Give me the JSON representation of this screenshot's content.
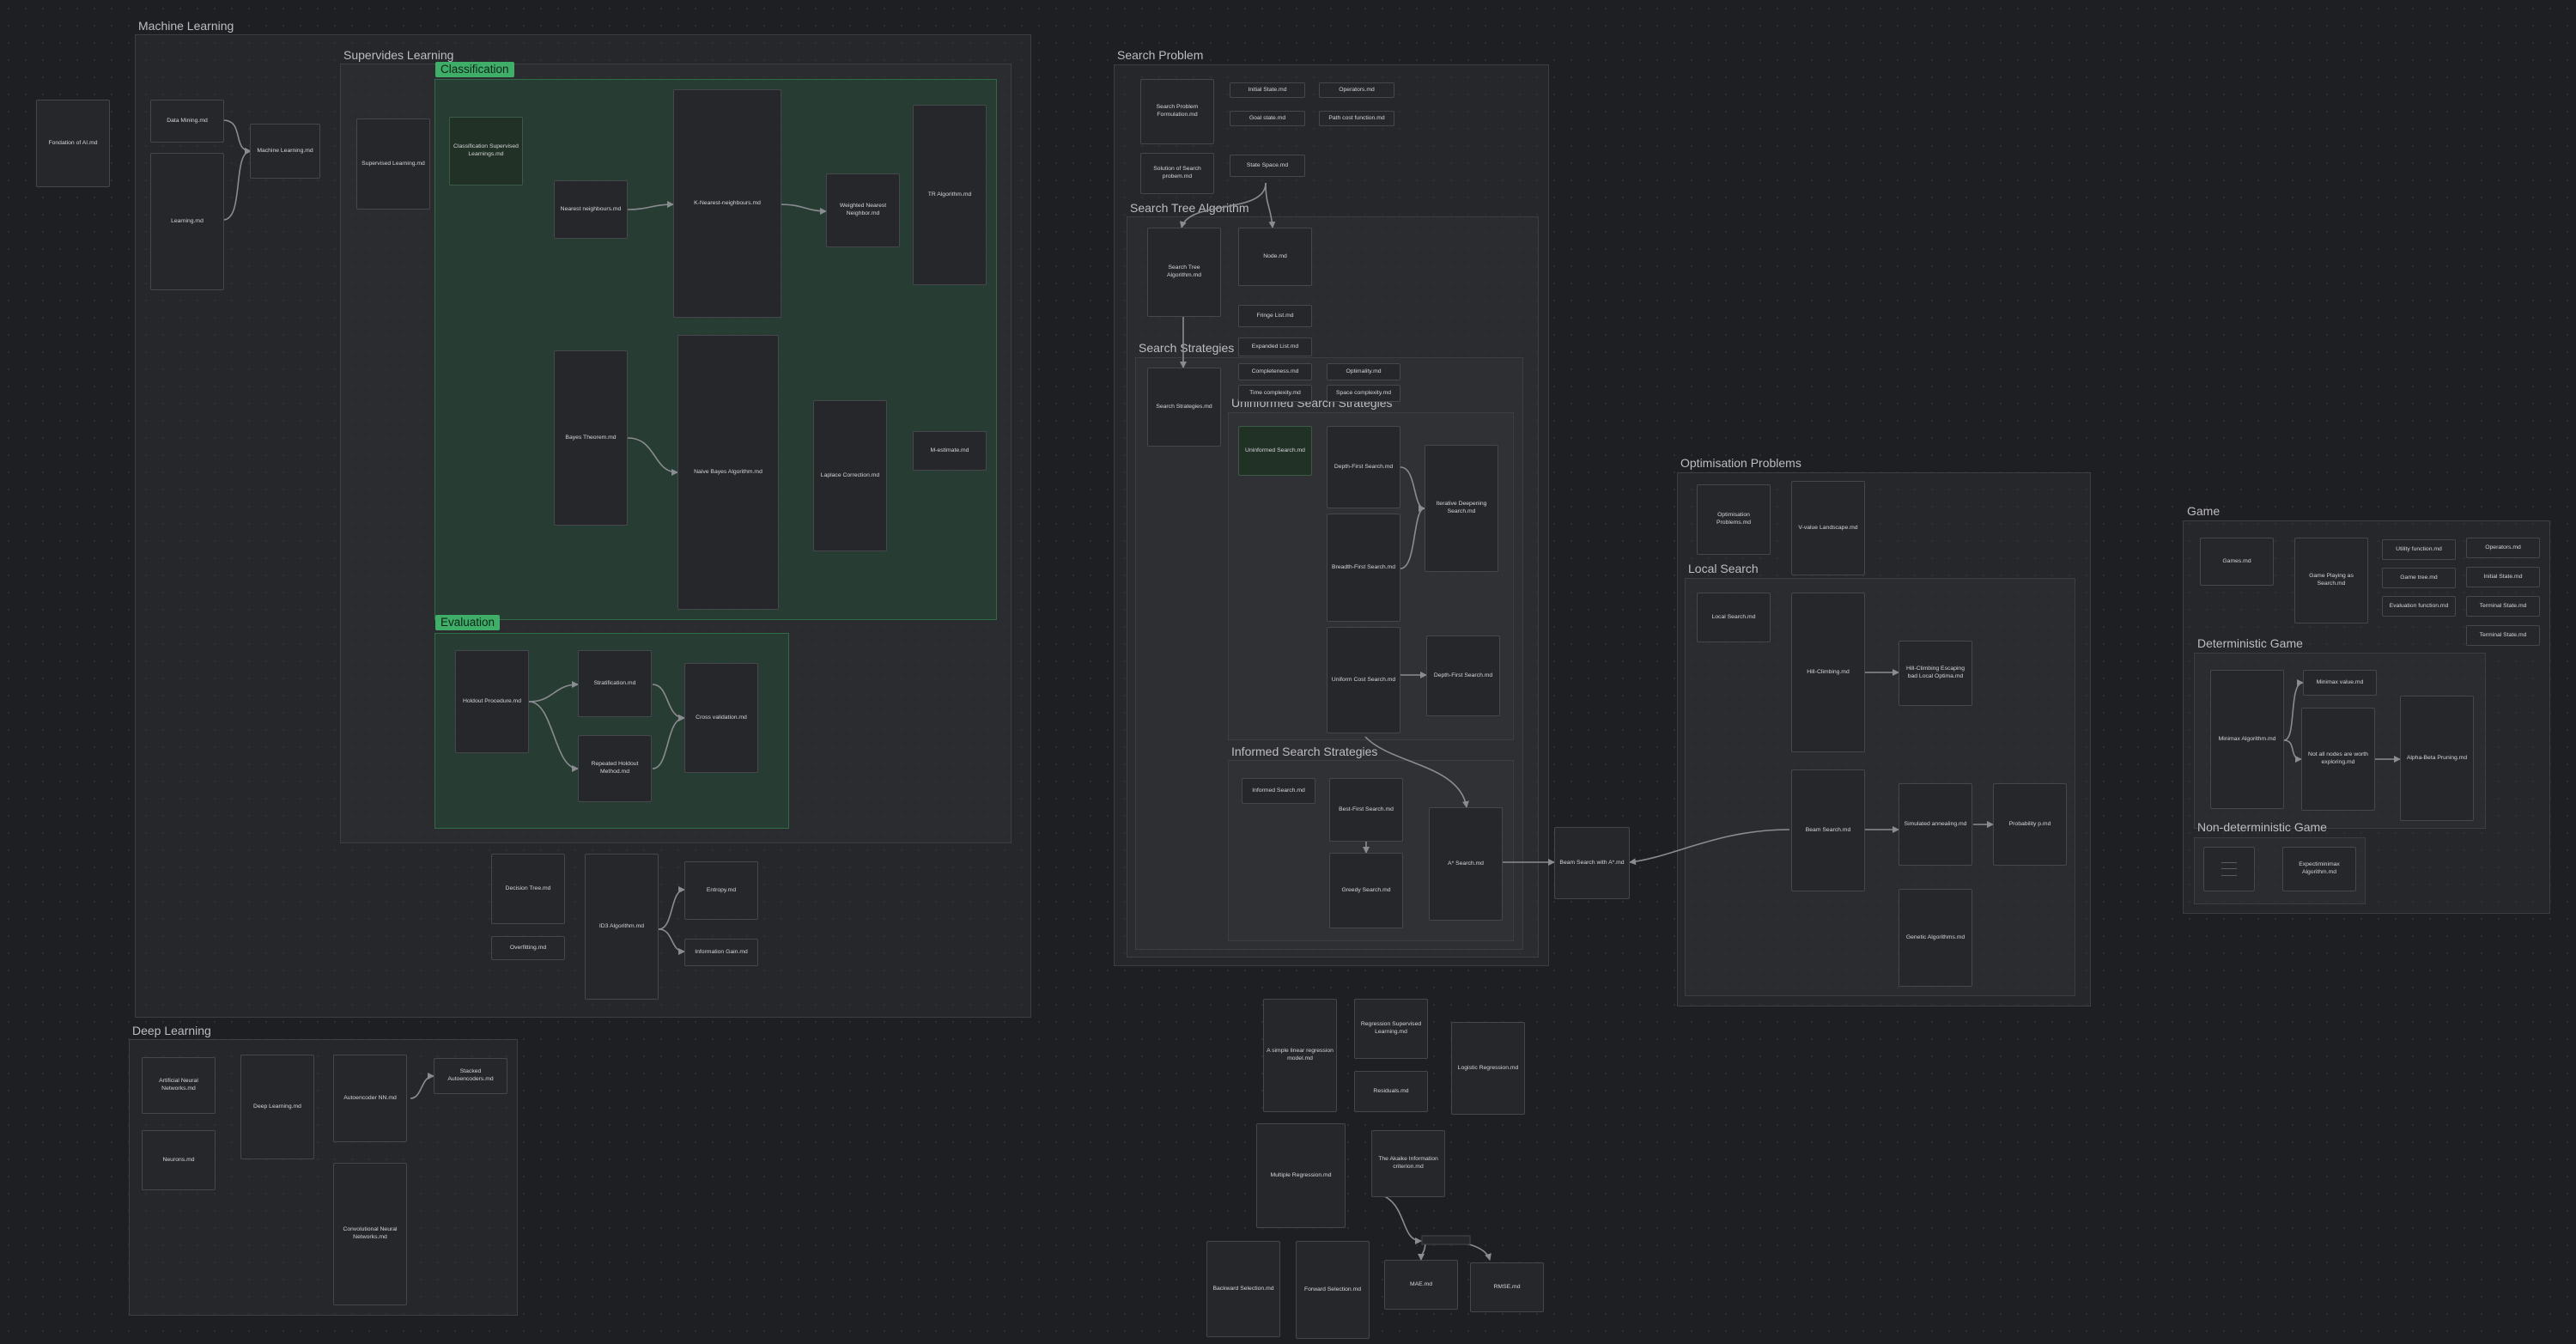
{
  "canvas": {
    "background": "#1e1f22",
    "group_border": "#3d3e43",
    "accent_green": "#3fae68",
    "edge_color": "#8b8c92"
  },
  "groups": {
    "machine_learning": "Machine Learning",
    "supervised_learning": "Supervides Learning",
    "classification": "Classification",
    "evaluation": "Evaluation",
    "deep_learning": "Deep Learning",
    "search_problem": "Search Problem",
    "search_tree_algorithm": "Search Tree Algorithm",
    "search_strategies": "Search Strategies",
    "uninformed_search": "Uninformed Search Strategies",
    "informed_search": "Informed Search Strategies",
    "optimisation_problems": "Optimisation Problems",
    "local_search": "Local Search",
    "game": "Game",
    "deterministic_game": "Deterministic Game",
    "non_deterministic_game": "Non-deterministic Game"
  },
  "cards": {
    "foundation_ai": "Fondation of AI.md",
    "data_mining": "Data Mining.md",
    "learning": "Learning.md",
    "machine_learning": "Machine Learning.md",
    "supervised_learning": "Supervised Learning.md",
    "classification_supervised": "Classification Supervised Learnings.md",
    "nearest_neighbours": "Nearest neighbours.md",
    "k_nearest": "K-Nearest-neighbours.md",
    "weighted_nearest": "Weighted Nearest Neighbor.md",
    "tr_algorithm": "TR Algorithm.md",
    "bayes_theorem": "Bayes Theorem.md",
    "naive_bayes": "Naive Bayes Algorithm.md",
    "laplace_correction": "Laplace Correction.md",
    "m_estimate": "M-estimate.md",
    "holdout": "Holdout Procedure.md",
    "stratification": "Stratification.md",
    "repeated_holdout": "Repeated Holdout Method.md",
    "cross_validation": "Cross validation.md",
    "decision_tree": "Decision Tree.md",
    "overfitting": "Overfitting.md",
    "id3": "ID3 Algorithm.md",
    "entropy": "Entropy.md",
    "information_gain": "Information Gain.md",
    "ann": "Artificial Neural Networks.md",
    "deep_learning": "Deep Learning.md",
    "autoencoder": "Autoencoder NN.md",
    "stacked_autoencoders": "Stacked Autoencoders.md",
    "neurons": "Neurons.md",
    "cnn": "Convolutional Neural Networks.md",
    "search_problem_formulation": "Search Problem Formulation.md",
    "initial_state": "Initial State.md",
    "operators": "Operators.md",
    "goal_state": "Goal state.md",
    "path_cost": "Path cost function.md",
    "solution_search": "Solution of Search probem.md",
    "state_space": "State Space.md",
    "search_tree_algorithm": "Search Tree Algorithm.md",
    "node": "Node.md",
    "fringe_list": "Fringe List.md",
    "expanded_list": "Expanded List.md",
    "completeness": "Completeness.md",
    "optimality": "Optimality.md",
    "time_complexity": "Time complexity.md",
    "space_complexity": "Space complexity.md",
    "search_strategies": "Search Strategies.md",
    "uninformed_search": "Uninformed Search.md",
    "depth_first": "Depth-First Search.md",
    "iterative_deepening": "Iterative Deepening Search.md",
    "breadth_first": "Breadth-First Search.md",
    "uniform_cost": "Uniform Cost Search.md",
    "depth_first_2": "Depth-First Search.md",
    "informed_search": "Informed Search.md",
    "best_first": "Best-First Search.md",
    "greedy_search": "Greedy Search.md",
    "a_star": "A* Search.md",
    "beam_search_a": "Beam Search with A*.md",
    "optimisation_problems": "Optimisation Problems.md",
    "v_value": "V-value Landscape.md",
    "local_search": "Local Search.md",
    "hill_climbing": "Hill-Climbing.md",
    "hill_climbing_escaping": "Hill-Climbing Escaping bad Local Optima.md",
    "beam_search": "Beam Search.md",
    "simulated_annealing": "Simulated annealing.md",
    "probability": "Probability p.md",
    "genetic_algorithms": "Genetic Algorithms.md",
    "linear_regression": "A simple linear regression model.md",
    "regression_supervised": "Regression Supervised Learning.md",
    "residuals": "Residuals.md",
    "logistic_regression": "Logistic Regression.md",
    "multiple_regression": "Multiple Regression.md",
    "akaike": "The Akaike Information criterion.md",
    "backward_selection": "Backward Selection.md",
    "forward_selection": "Forward Selection.md",
    "mae": "MAE.md",
    "rmse": "RMSE.md",
    "games": "Games.md",
    "game_playing": "Game Playing as Search.md",
    "utility_function": "Utility function.md",
    "operators_game": "Operators.md",
    "game_tree": "Game tree.md",
    "initial_state_game": "Initial State.md",
    "evaluation_function": "Evaluation function.md",
    "terminal_state": "Terminal State.md",
    "terminal_state_2": "Terminal State.md",
    "minimax": "Minimax Algorithm.md",
    "minimax_value": "Minimax value.md",
    "not_all_nodes": "Not all nodes are worth exploring.md",
    "alpha_beta": "Alpha-Beta Pruning.md",
    "expectiminimax": "Expectiminimax Algorithm.md"
  },
  "icons": {
    "blank_card": "document-lines-icon"
  }
}
